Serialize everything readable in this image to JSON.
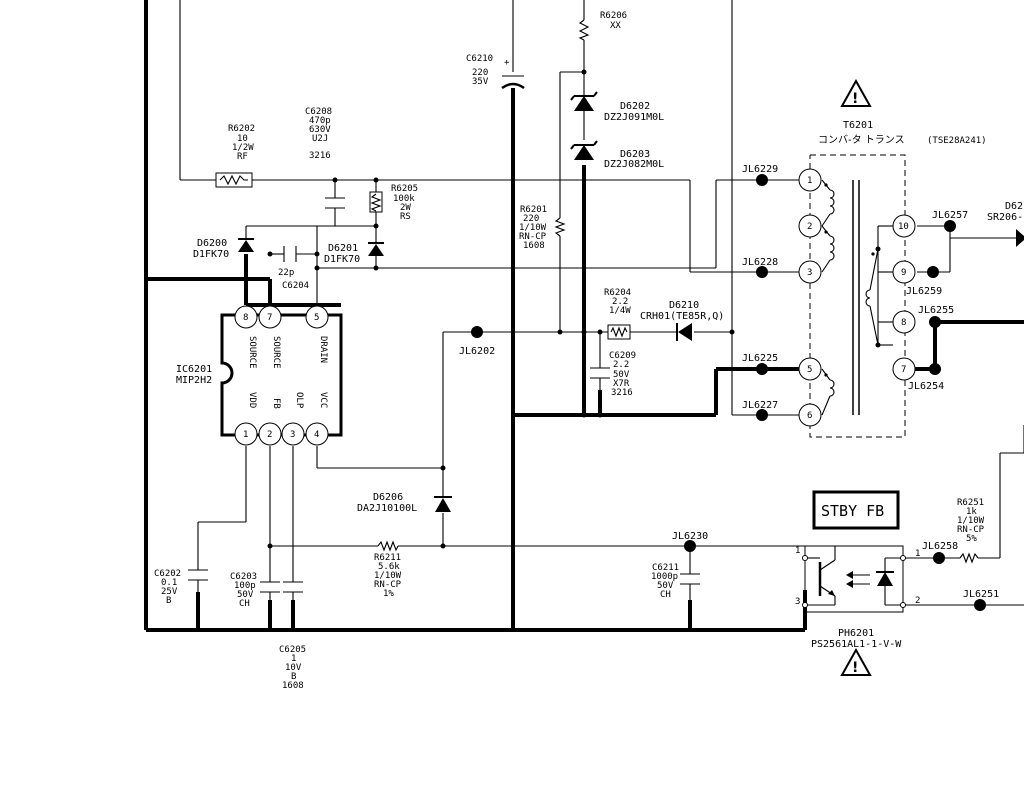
{
  "components": {
    "R6206": {
      "ref": "R6206",
      "val": "XX"
    },
    "C6210": {
      "ref": "C6210",
      "val1": "220",
      "val2": "35V",
      "plus": "+"
    },
    "D6202": {
      "ref": "D6202",
      "part": "DZ2J091M0L"
    },
    "D6203": {
      "ref": "D6203",
      "part": "DZ2J082M0L"
    },
    "C6208": {
      "ref": "C6208",
      "l1": "470p",
      "l2": "630V",
      "l3": "U2J",
      "l4": "3216"
    },
    "R6202": {
      "ref": "R6202",
      "l1": "10",
      "l2": "1/2W",
      "l3": "RF"
    },
    "R6205": {
      "ref": "R6205",
      "l1": "100k",
      "l2": "2W",
      "l3": "RS"
    },
    "R6201": {
      "ref": "R6201",
      "l1": "220",
      "l2": "1/10W",
      "l3": "RN-CP",
      "l4": "1608"
    },
    "D6200": {
      "ref": "D6200",
      "part": "D1FK70"
    },
    "D6201": {
      "ref": "D6201",
      "part": "D1FK70"
    },
    "C6204": {
      "ref": "C6204",
      "val": "22p"
    },
    "R6204": {
      "ref": "R6204",
      "l1": "2.2",
      "l2": "1/4W"
    },
    "D6210": {
      "ref": "D6210",
      "part": "CRH01(TE85R,Q)"
    },
    "C6209": {
      "ref": "C6209",
      "l1": "2.2",
      "l2": "50V",
      "l3": "X7R",
      "l4": "3216"
    },
    "IC6201": {
      "ref": "IC6201",
      "part": "MIP2H2"
    },
    "D6206": {
      "ref": "D6206",
      "part": "DA2J10100L"
    },
    "R6211": {
      "ref": "R6211",
      "l1": "5.6k",
      "l2": "1/10W",
      "l3": "RN-CP",
      "l4": "1%"
    },
    "C6202": {
      "ref": "C6202",
      "l1": "0.1",
      "l2": "25V",
      "l3": "B"
    },
    "C6203": {
      "ref": "C6203",
      "l1": "100p",
      "l2": "50V",
      "l3": "CH"
    },
    "C6205": {
      "ref": "C6205",
      "l1": "1",
      "l2": "10V",
      "l3": "B",
      "l4": "1608"
    },
    "C6211": {
      "ref": "C6211",
      "l1": "1000p",
      "l2": "50V",
      "l3": "CH"
    },
    "T6201": {
      "ref": "T6201",
      "desc": "コンバ-タ トランス",
      "part": "(TSE28A241)"
    },
    "R6251": {
      "ref": "R6251",
      "l1": "1k",
      "l2": "1/10W",
      "l3": "RN-CP",
      "l4": "5%"
    },
    "PH6201": {
      "ref": "PH6201",
      "part": "PS2561AL1-1-V-W"
    },
    "D62xx": {
      "ref": "D62",
      "part": "SR206-"
    }
  },
  "ic_pins": {
    "top": [
      {
        "num": "8",
        "name": "SOURCE"
      },
      {
        "num": "7",
        "name": "SOURCE"
      },
      {
        "num": "5",
        "name": "DRAIN"
      }
    ],
    "bottom": [
      {
        "num": "1",
        "name": "VDD"
      },
      {
        "num": "2",
        "name": "FB"
      },
      {
        "num": "3",
        "name": "OLP"
      },
      {
        "num": "4",
        "name": "VCC"
      }
    ]
  },
  "transformer_pins": {
    "primary": [
      "1",
      "2",
      "3",
      "5",
      "6"
    ],
    "secondary": [
      "10",
      "9",
      "8",
      "7"
    ]
  },
  "opto_pins": [
    "1",
    "2",
    "3"
  ],
  "jumpers": {
    "jl6229": "JL6229",
    "jl6228": "JL6228",
    "jl6225": "JL6225",
    "jl6227": "JL6227",
    "jl6202": "JL6202",
    "jl6230": "JL6230",
    "jl6257": "JL6257",
    "jl6259": "JL6259",
    "jl6255": "JL6255",
    "jl6254": "JL6254",
    "jl6258": "JL6258",
    "jl6251": "JL6251"
  },
  "stby_fb": "STBY FB",
  "warning_symbol": "!"
}
